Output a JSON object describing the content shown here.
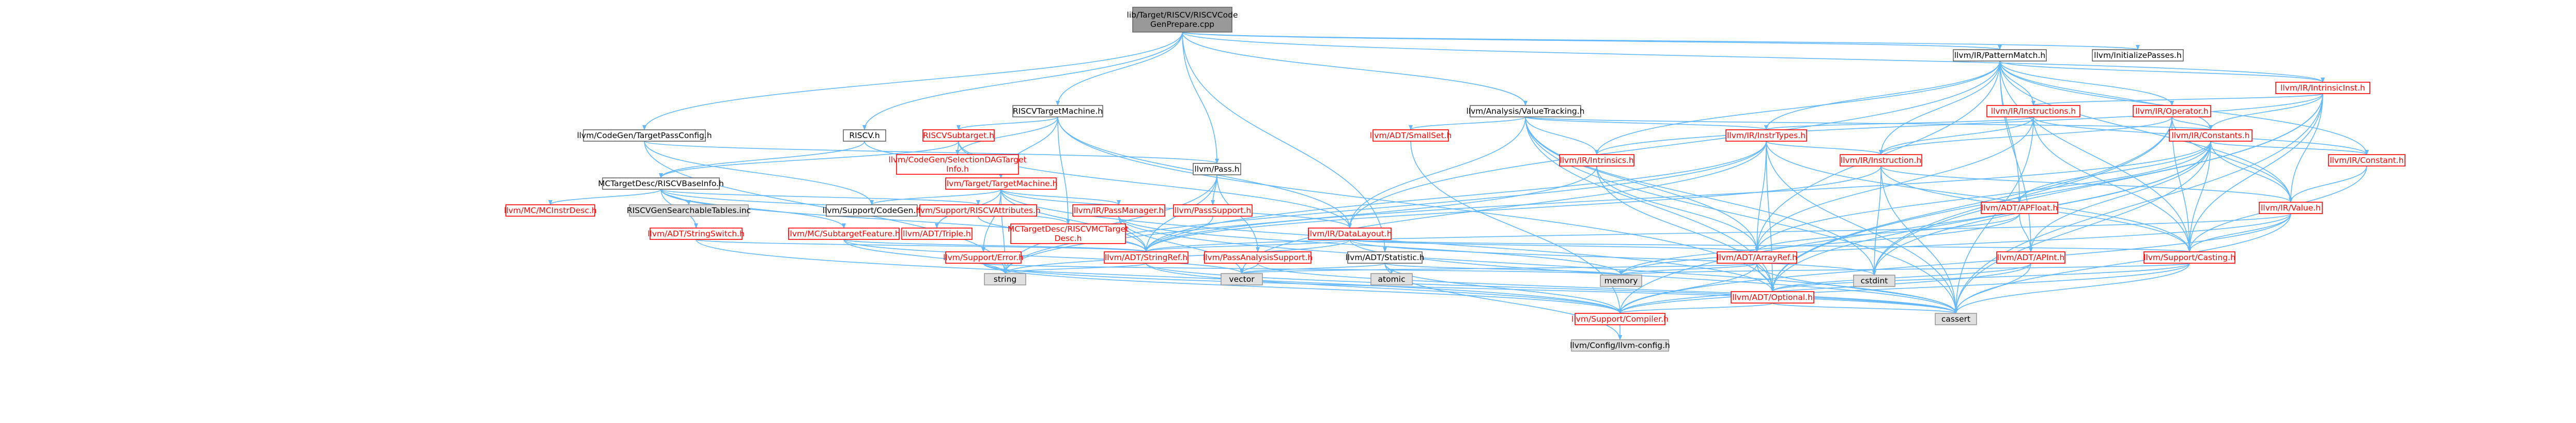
{
  "colors": {
    "root_fill": "#999999",
    "root_text": "#000000",
    "node_fill": "#ffffff",
    "node_border_linked": "#ff0000",
    "node_text_linked": "#ff0000",
    "node_border_plain": "#666666",
    "node_text_plain": "#000000",
    "sys_fill": "#e0e0e0",
    "sys_border": "#999999",
    "edge": "#63b8ff"
  },
  "nodes": [
    {
      "id": "root",
      "label": "lib/Target/RISCV/RISCVCode\nGenPrepare.cpp",
      "kind": "root"
    },
    {
      "id": "patternmatch",
      "label": "llvm/IR/PatternMatch.h",
      "kind": "plain"
    },
    {
      "id": "initpasses",
      "label": "llvm/InitializePasses.h",
      "kind": "plain"
    },
    {
      "id": "intrinsicinst",
      "label": "llvm/IR/IntrinsicInst.h",
      "kind": "linked"
    },
    {
      "id": "instructions",
      "label": "llvm/IR/Instructions.h",
      "kind": "linked"
    },
    {
      "id": "operator",
      "label": "llvm/IR/Operator.h",
      "kind": "linked"
    },
    {
      "id": "valuetracking",
      "label": "llvm/Analysis/ValueTracking.h",
      "kind": "plain"
    },
    {
      "id": "riscvtm",
      "label": "RISCVTargetMachine.h",
      "kind": "plain"
    },
    {
      "id": "constants",
      "label": "llvm/IR/Constants.h",
      "kind": "linked"
    },
    {
      "id": "instrtypes",
      "label": "llvm/IR/InstrTypes.h",
      "kind": "linked"
    },
    {
      "id": "smallset",
      "label": "llvm/ADT/SmallSet.h",
      "kind": "linked"
    },
    {
      "id": "riscvsubtarget",
      "label": "RISCVSubtarget.h",
      "kind": "linked"
    },
    {
      "id": "tpc",
      "label": "llvm/CodeGen/TargetPassConfig.h",
      "kind": "plain"
    },
    {
      "id": "riscvh",
      "label": "RISCV.h",
      "kind": "plain"
    },
    {
      "id": "intrinsics",
      "label": "llvm/IR/Intrinsics.h",
      "kind": "linked"
    },
    {
      "id": "instruction",
      "label": "llvm/IR/Instruction.h",
      "kind": "linked"
    },
    {
      "id": "constant",
      "label": "llvm/IR/Constant.h",
      "kind": "linked"
    },
    {
      "id": "selectiondag",
      "label": "llvm/CodeGen/SelectionDAGTarget\nInfo.h",
      "kind": "linked"
    },
    {
      "id": "passh",
      "label": "llvm/Pass.h",
      "kind": "plain"
    },
    {
      "id": "mcbaseinfo",
      "label": "MCTargetDesc/RISCVBaseInfo.h",
      "kind": "plain"
    },
    {
      "id": "targetmachine",
      "label": "llvm/Target/TargetMachine.h",
      "kind": "linked"
    },
    {
      "id": "irvalue",
      "label": "llvm/IR/Value.h",
      "kind": "linked"
    },
    {
      "id": "apfloat",
      "label": "llvm/ADT/APFloat.h",
      "kind": "linked"
    },
    {
      "id": "mcinstrdesc",
      "label": "llvm/MC/MCInstrDesc.h",
      "kind": "linked"
    },
    {
      "id": "searchable",
      "label": "RISCVGenSearchableTables.inc",
      "kind": "sys"
    },
    {
      "id": "codegenh",
      "label": "llvm/Support/CodeGen.h",
      "kind": "plain"
    },
    {
      "id": "triple",
      "label": "llvm/ADT/Triple.h",
      "kind": "linked"
    },
    {
      "id": "mcdesc",
      "label": "MCTargetDesc/RISCVMCTarget\nDesc.h",
      "kind": "linked"
    },
    {
      "id": "datalayout",
      "label": "llvm/IR/DataLayout.h",
      "kind": "linked"
    },
    {
      "id": "stringswitch",
      "label": "llvm/ADT/StringSwitch.h",
      "kind": "linked"
    },
    {
      "id": "subtargetfeature",
      "label": "llvm/MC/SubtargetFeature.h",
      "kind": "linked"
    },
    {
      "id": "riscvattrs",
      "label": "llvm/Support/RISCVAttributes.h",
      "kind": "linked"
    },
    {
      "id": "passsupport",
      "label": "llvm/PassSupport.h",
      "kind": "linked"
    },
    {
      "id": "passmanager",
      "label": "llvm/IR/PassManager.h",
      "kind": "linked"
    },
    {
      "id": "statistic",
      "label": "llvm/ADT/Statistic.h",
      "kind": "plain"
    },
    {
      "id": "arrayref",
      "label": "llvm/ADT/ArrayRef.h",
      "kind": "linked"
    },
    {
      "id": "apint",
      "label": "llvm/ADT/APInt.h",
      "kind": "linked"
    },
    {
      "id": "casting",
      "label": "llvm/Support/Casting.h",
      "kind": "linked"
    },
    {
      "id": "errorh",
      "label": "llvm/Support/Error.h",
      "kind": "linked"
    },
    {
      "id": "stringref",
      "label": "llvm/ADT/StringRef.h",
      "kind": "linked"
    },
    {
      "id": "passanalysis",
      "label": "llvm/PassAnalysisSupport.h",
      "kind": "linked"
    },
    {
      "id": "string",
      "label": "string",
      "kind": "sys"
    },
    {
      "id": "vector",
      "label": "vector",
      "kind": "sys"
    },
    {
      "id": "atomic",
      "label": "atomic",
      "kind": "sys"
    },
    {
      "id": "memory",
      "label": "memory",
      "kind": "sys"
    },
    {
      "id": "cstdint",
      "label": "cstdint",
      "kind": "sys"
    },
    {
      "id": "optional",
      "label": "llvm/ADT/Optional.h",
      "kind": "linked"
    },
    {
      "id": "compiler",
      "label": "llvm/Support/Compiler.h",
      "kind": "linked"
    },
    {
      "id": "cassert",
      "label": "cassert",
      "kind": "sys"
    },
    {
      "id": "config",
      "label": "llvm/Config/llvm-config.h",
      "kind": "sys"
    }
  ],
  "edges": [
    [
      "root",
      "patternmatch"
    ],
    [
      "root",
      "initpasses"
    ],
    [
      "root",
      "valuetracking"
    ],
    [
      "root",
      "riscvtm"
    ],
    [
      "root",
      "tpc"
    ],
    [
      "root",
      "riscvh"
    ],
    [
      "root",
      "passh"
    ],
    [
      "root",
      "statistic"
    ],
    [
      "root",
      "intrinsicinst"
    ],
    [
      "patternmatch",
      "intrinsicinst"
    ],
    [
      "patternmatch",
      "instructions"
    ],
    [
      "patternmatch",
      "operator"
    ],
    [
      "patternmatch",
      "constants"
    ],
    [
      "patternmatch",
      "instrtypes"
    ],
    [
      "patternmatch",
      "intrinsics"
    ],
    [
      "patternmatch",
      "instruction"
    ],
    [
      "patternmatch",
      "constant"
    ],
    [
      "patternmatch",
      "irvalue"
    ],
    [
      "patternmatch",
      "apfloat"
    ],
    [
      "patternmatch",
      "apint"
    ],
    [
      "patternmatch",
      "casting"
    ],
    [
      "patternmatch",
      "datalayout"
    ],
    [
      "patternmatch",
      "arrayref"
    ],
    [
      "intrinsicinst",
      "instructions"
    ],
    [
      "intrinsicinst",
      "constants"
    ],
    [
      "intrinsicinst",
      "intrinsics"
    ],
    [
      "intrinsicinst",
      "irvalue"
    ],
    [
      "intrinsicinst",
      "casting"
    ],
    [
      "intrinsicinst",
      "cassert"
    ],
    [
      "intrinsicinst",
      "cstdint"
    ],
    [
      "intrinsicinst",
      "optional"
    ],
    [
      "instructions",
      "instrtypes"
    ],
    [
      "instructions",
      "instruction"
    ],
    [
      "instructions",
      "constant"
    ],
    [
      "instructions",
      "arrayref"
    ],
    [
      "instructions",
      "cassert"
    ],
    [
      "instructions",
      "casting"
    ],
    [
      "operator",
      "constants"
    ],
    [
      "operator",
      "instruction"
    ],
    [
      "operator",
      "irvalue"
    ],
    [
      "operator",
      "casting"
    ],
    [
      "operator",
      "cstdint"
    ],
    [
      "operator",
      "optional"
    ],
    [
      "valuetracking",
      "constants"
    ],
    [
      "valuetracking",
      "instrtypes"
    ],
    [
      "valuetracking",
      "smallset"
    ],
    [
      "valuetracking",
      "intrinsics"
    ],
    [
      "valuetracking",
      "datalayout"
    ],
    [
      "valuetracking",
      "arrayref"
    ],
    [
      "valuetracking",
      "optional"
    ],
    [
      "valuetracking",
      "cassert"
    ],
    [
      "valuetracking",
      "cstdint"
    ],
    [
      "riscvtm",
      "riscvsubtarget"
    ],
    [
      "riscvtm",
      "targetmachine"
    ],
    [
      "riscvtm",
      "mcdesc"
    ],
    [
      "riscvtm",
      "datalayout"
    ],
    [
      "riscvtm",
      "selectiondag"
    ],
    [
      "riscvtm",
      "optional"
    ],
    [
      "constants",
      "constant"
    ],
    [
      "constants",
      "irvalue"
    ],
    [
      "constants",
      "apfloat"
    ],
    [
      "constants",
      "apint"
    ],
    [
      "constants",
      "arrayref"
    ],
    [
      "constants",
      "casting"
    ],
    [
      "constants",
      "compiler"
    ],
    [
      "constants",
      "cassert"
    ],
    [
      "constants",
      "cstdint"
    ],
    [
      "constants",
      "optional"
    ],
    [
      "constants",
      "stringref"
    ],
    [
      "instrtypes",
      "instruction"
    ],
    [
      "instrtypes",
      "arrayref"
    ],
    [
      "instrtypes",
      "stringref"
    ],
    [
      "instrtypes",
      "optional"
    ],
    [
      "instrtypes",
      "cassert"
    ],
    [
      "instrtypes",
      "string"
    ],
    [
      "instrtypes",
      "vector"
    ],
    [
      "instrtypes",
      "casting"
    ],
    [
      "smallset",
      "compiler"
    ],
    [
      "riscvsubtarget",
      "selectiondag"
    ],
    [
      "riscvsubtarget",
      "targetmachine"
    ],
    [
      "riscvsubtarget",
      "datalayout"
    ],
    [
      "riscvsubtarget",
      "mcbaseinfo"
    ],
    [
      "tpc",
      "passh"
    ],
    [
      "tpc",
      "codegenh"
    ],
    [
      "tpc",
      "string"
    ],
    [
      "riscvh",
      "mcbaseinfo"
    ],
    [
      "riscvh",
      "targetmachine"
    ],
    [
      "intrinsics",
      "arrayref"
    ],
    [
      "intrinsics",
      "optional"
    ],
    [
      "intrinsics",
      "string"
    ],
    [
      "instruction",
      "irvalue"
    ],
    [
      "instruction",
      "cstdint"
    ],
    [
      "instruction",
      "stringref"
    ],
    [
      "instruction",
      "casting"
    ],
    [
      "instruction",
      "cassert"
    ],
    [
      "constant",
      "irvalue"
    ],
    [
      "constant",
      "casting"
    ],
    [
      "passh",
      "passsupport"
    ],
    [
      "passh",
      "passanalysis"
    ],
    [
      "passh",
      "string"
    ],
    [
      "passh",
      "stringref"
    ],
    [
      "mcbaseinfo",
      "mcinstrdesc"
    ],
    [
      "mcbaseinfo",
      "searchable"
    ],
    [
      "mcbaseinfo",
      "stringswitch"
    ],
    [
      "mcbaseinfo",
      "subtargetfeature"
    ],
    [
      "mcbaseinfo",
      "riscvattrs"
    ],
    [
      "mcbaseinfo",
      "stringref"
    ],
    [
      "mcbaseinfo",
      "mcdesc"
    ],
    [
      "targetmachine",
      "codegenh"
    ],
    [
      "targetmachine",
      "triple"
    ],
    [
      "targetmachine",
      "errorh"
    ],
    [
      "targetmachine",
      "datalayout"
    ],
    [
      "targetmachine",
      "passmanager"
    ],
    [
      "targetmachine",
      "stringref"
    ],
    [
      "targetmachine",
      "optional"
    ],
    [
      "targetmachine",
      "string"
    ],
    [
      "irvalue",
      "casting"
    ],
    [
      "irvalue",
      "compiler"
    ],
    [
      "irvalue",
      "cassert"
    ],
    [
      "irvalue",
      "memory"
    ],
    [
      "irvalue",
      "stringref"
    ],
    [
      "apfloat",
      "apint"
    ],
    [
      "apfloat",
      "arrayref"
    ],
    [
      "apfloat",
      "memory"
    ],
    [
      "datalayout",
      "arrayref"
    ],
    [
      "datalayout",
      "stringref"
    ],
    [
      "datalayout",
      "casting"
    ],
    [
      "datalayout",
      "cassert"
    ],
    [
      "datalayout",
      "cstdint"
    ],
    [
      "datalayout",
      "string"
    ],
    [
      "stringswitch",
      "stringref"
    ],
    [
      "stringswitch",
      "compiler"
    ],
    [
      "stringswitch",
      "cstring_dummy"
    ],
    [
      "subtargetfeature",
      "stringref"
    ],
    [
      "subtargetfeature",
      "string"
    ],
    [
      "subtargetfeature",
      "vector"
    ],
    [
      "riscvattrs",
      "stringref"
    ],
    [
      "passsupport",
      "stringref"
    ],
    [
      "passmanager",
      "stringref"
    ],
    [
      "passmanager",
      "vector"
    ],
    [
      "passmanager",
      "memory"
    ],
    [
      "passmanager",
      "cassert"
    ],
    [
      "statistic",
      "atomic"
    ],
    [
      "statistic",
      "memory"
    ],
    [
      "statistic",
      "vector"
    ],
    [
      "statistic",
      "config"
    ],
    [
      "statistic",
      "compiler"
    ],
    [
      "arrayref",
      "optional"
    ],
    [
      "arrayref",
      "compiler"
    ],
    [
      "arrayref",
      "cassert"
    ],
    [
      "arrayref",
      "vector"
    ],
    [
      "arrayref",
      "memory"
    ],
    [
      "apint",
      "compiler"
    ],
    [
      "apint",
      "cassert"
    ],
    [
      "apint",
      "optional"
    ],
    [
      "casting",
      "optional"
    ],
    [
      "casting",
      "compiler"
    ],
    [
      "casting",
      "cassert"
    ],
    [
      "casting",
      "memory"
    ],
    [
      "errorh",
      "compiler"
    ],
    [
      "errorh",
      "cassert"
    ],
    [
      "errorh",
      "string"
    ],
    [
      "errorh",
      "memory"
    ],
    [
      "stringref",
      "compiler"
    ],
    [
      "stringref",
      "string"
    ],
    [
      "stringref",
      "cassert"
    ],
    [
      "passanalysis",
      "vector"
    ],
    [
      "passanalysis",
      "cassert"
    ],
    [
      "optional",
      "compiler"
    ],
    [
      "optional",
      "cassert"
    ],
    [
      "compiler",
      "config"
    ]
  ]
}
